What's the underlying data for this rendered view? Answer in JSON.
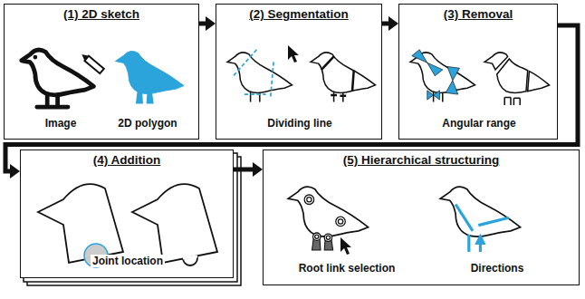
{
  "diagram": {
    "nodes": [
      {
        "text": [
          "(1) 2D sketch",
          "Image",
          "2D polygon"
        ]
      },
      {
        "text": [
          "(2) Segmentation",
          "Dividing line"
        ]
      },
      {
        "text": [
          "(3) Removal",
          "Angular range"
        ]
      },
      {
        "text": [
          "(4) Addition",
          "Joint location"
        ]
      },
      {
        "text": [
          "(5) Hierarchical structuring",
          "Root link selection",
          "Directions"
        ]
      }
    ],
    "edges": [
      {
        "from": 0,
        "to": 1,
        "arrow": "to"
      },
      {
        "from": 1,
        "to": 2,
        "arrow": "to"
      },
      {
        "from": 2,
        "to": 3,
        "arrow": "to"
      },
      {
        "from": 3,
        "to": 4,
        "arrow": "to"
      }
    ]
  }
}
